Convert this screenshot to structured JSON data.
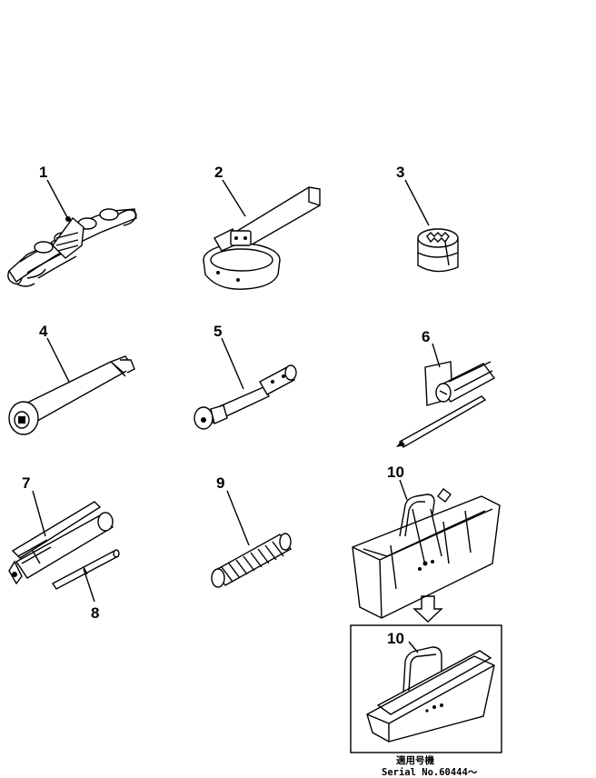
{
  "parts": [
    {
      "number": "1",
      "icon": "wrench-set-icon"
    },
    {
      "number": "2",
      "icon": "filter-wrench-icon"
    },
    {
      "number": "3",
      "icon": "socket-icon"
    },
    {
      "number": "4",
      "icon": "extension-bar-icon"
    },
    {
      "number": "5",
      "icon": "socket-wrench-icon"
    },
    {
      "number": "6",
      "icon": "screwdriver-icon"
    },
    {
      "number": "7",
      "icon": "grease-gun-icon"
    },
    {
      "number": "8",
      "icon": "nozzle-icon"
    },
    {
      "number": "9",
      "icon": "hose-icon"
    },
    {
      "number": "10",
      "icon": "tool-bag-icon"
    }
  ],
  "inset": {
    "number": "10",
    "icon": "tool-box-icon"
  },
  "footnote": {
    "label": "適用号機",
    "serial": "Serial No.60444～"
  }
}
